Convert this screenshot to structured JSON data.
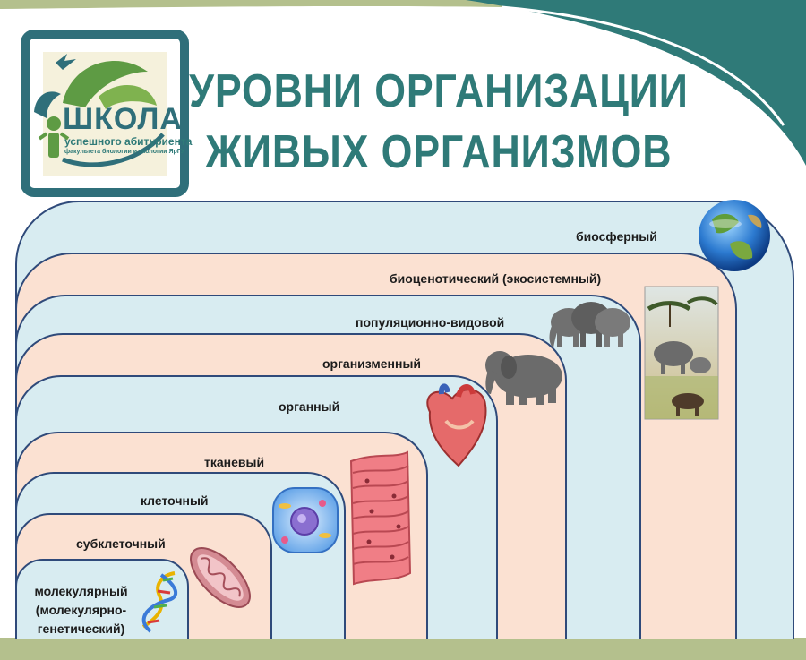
{
  "title": {
    "line1": "УРОВНИ ОРГАНИЗАЦИИ",
    "line2": "ЖИВЫХ ОРГАНИЗМОВ"
  },
  "logo": {
    "main": "ШКОЛА",
    "sub1": "успешного абитуриента",
    "sub2": "факультета биологии и экологии ЯрГУ"
  },
  "levels": {
    "biosphere": "биосферный",
    "biocenotic": "биоценотический (экосистемный)",
    "population": "популяционно-видовой",
    "organism": "организменный",
    "organ": "органный",
    "tissue": "тканевый",
    "cellular": "клеточный",
    "subcellular": "субклеточный",
    "molecular_1": "молекулярный",
    "molecular_2": "(молекулярно-",
    "molecular_3": "генетический)"
  },
  "colors": {
    "teal": "#2f7a78",
    "olive": "#b4c08d",
    "light_blue": "#d8ecf1",
    "peach": "#fbe1d2",
    "outline": "#2f4a7a",
    "logo_green": "#5e9b44"
  },
  "icons": [
    "dna-icon",
    "mitochondrion-icon",
    "cell-icon",
    "muscle-tissue-icon",
    "heart-icon",
    "elephant-icon",
    "elephant-herd-icon",
    "savanna-ecosystem-icon",
    "earth-globe-icon"
  ]
}
